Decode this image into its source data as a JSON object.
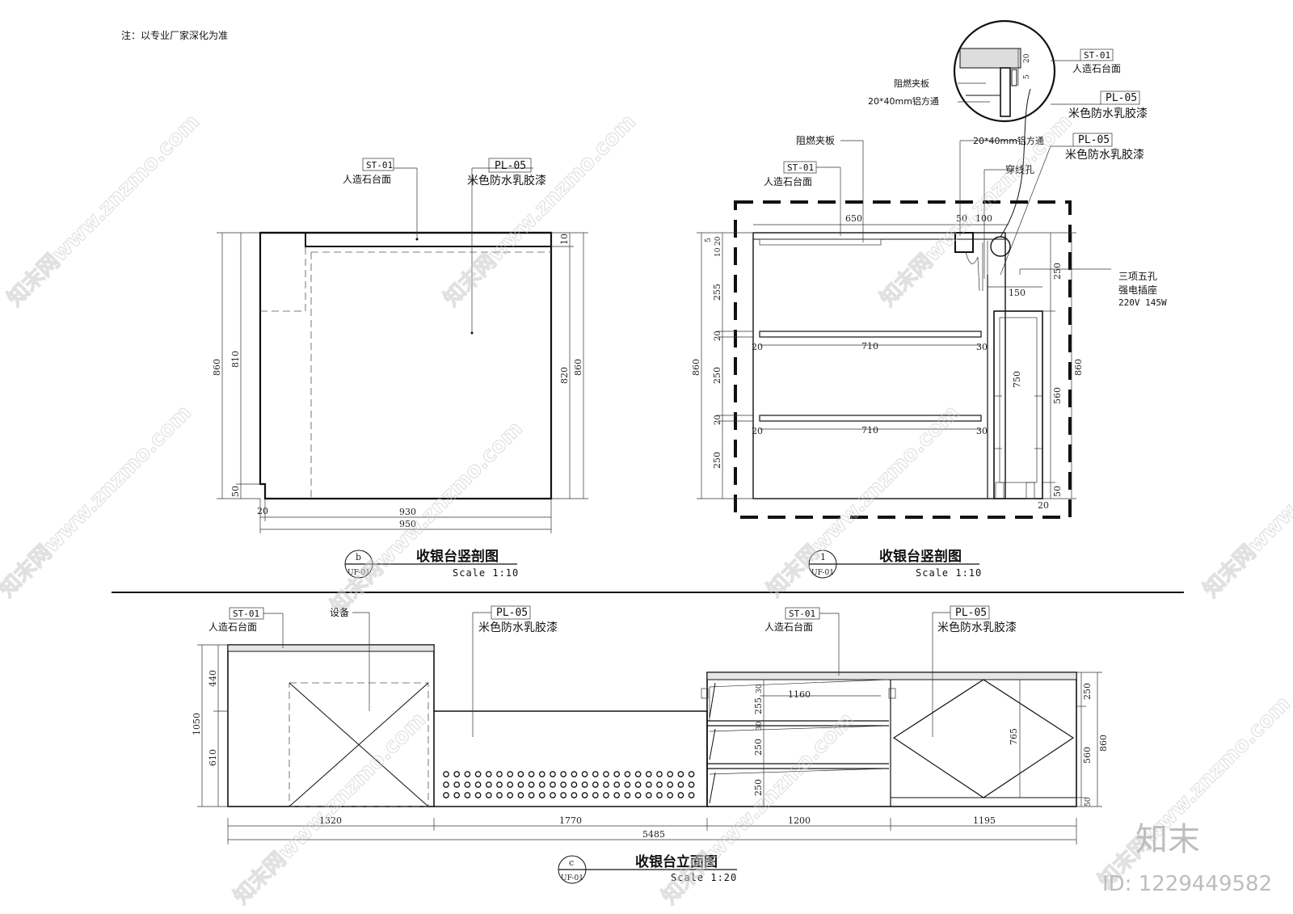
{
  "note": "注：以专业厂家深化为准",
  "tags": {
    "st01": "ST-01",
    "pl05": "PL-05"
  },
  "materials": {
    "stone_top": "人造石台面",
    "latex_paint": "米色防水乳胶漆",
    "fire_board": "阻燃夹板",
    "alu_tube": "20*40mm铝方通",
    "cable_hole": "穿线孔",
    "equipment": "设备",
    "socket_line1": "三项五孔",
    "socket_line2": "强电插座",
    "socket_line3": "220V 145W"
  },
  "views": {
    "b": {
      "id": "b",
      "sheet": "UF-01",
      "title": "收银台竖剖图",
      "scale": "Scale 1:10"
    },
    "one": {
      "id": "1",
      "sheet": "UF-01",
      "title": "收银台竖剖图",
      "scale": "Scale 1:10"
    },
    "c": {
      "id": "c",
      "sheet": "UF-01",
      "title": "收银台立面图",
      "scale": "Scale 1:20"
    }
  },
  "dims_b": {
    "h860_left": "860",
    "h810": "810",
    "h50": "50",
    "w20": "20",
    "w930": "930",
    "w950": "950",
    "h10": "10",
    "h820": "820",
    "h860_right": "860"
  },
  "dims_1": {
    "w650": "650",
    "w50": "50",
    "w100": "100",
    "w150": "150",
    "h5": "5",
    "h20a": "20",
    "h10": "10",
    "h255": "255",
    "h20b": "20",
    "h250a": "250",
    "h20c": "20",
    "h250b": "250",
    "h860": "860",
    "s20a": "20",
    "s710a": "710",
    "s30a": "30",
    "s20b": "20",
    "s710b": "710",
    "s30b": "30",
    "h750": "750",
    "h250r": "250",
    "h560": "560",
    "h860r": "860",
    "h50r": "50",
    "w20r": "20"
  },
  "dims_c": {
    "h1050": "1050",
    "h440": "440",
    "h610": "610",
    "w1320": "1320",
    "w1770": "1770",
    "w1200": "1200",
    "w1195": "1195",
    "w5485": "5485",
    "w1160": "1160",
    "h255": "255",
    "h250a": "250",
    "h250b": "250",
    "h30a": "30",
    "h30b": "30",
    "h765": "765",
    "r250": "250",
    "r560": "560",
    "r50": "50",
    "r860": "860"
  },
  "watermark": {
    "site": "知末网www.znzmo.com",
    "logo": "知末",
    "id": "ID: 1229449582"
  }
}
